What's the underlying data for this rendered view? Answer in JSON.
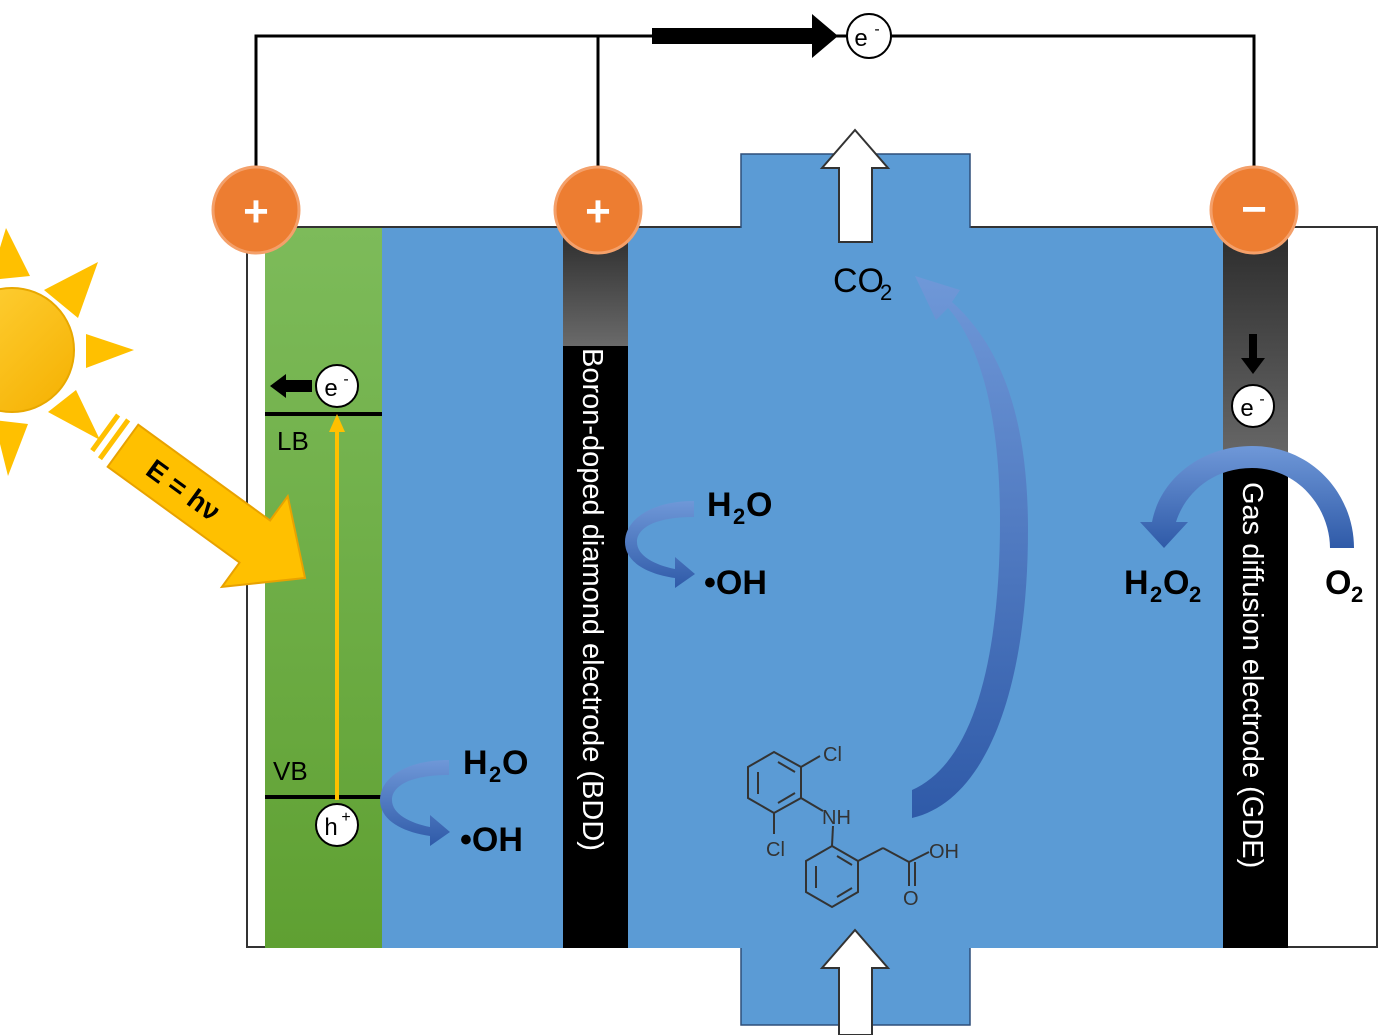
{
  "diagram": {
    "energy_label": "E = hν",
    "band_labels": {
      "lb": "LB",
      "vb": "VB"
    },
    "electrodes": {
      "bdd": "Boron-doped diamond electrode (BDD)",
      "gde": "Gas diffusion electrode (GDE)"
    },
    "terminals": {
      "plus": "+",
      "minus": "−"
    },
    "carriers": {
      "electron_base": "e",
      "electron_sup": "-",
      "hole_base": "h",
      "hole_sup": "+"
    },
    "species": {
      "h2o_base": "H",
      "h2o_sub": "2",
      "h2o_end": "O",
      "oh_radical": "•OH",
      "co2_base": "CO",
      "co2_sub": "2",
      "h2o2_a": "H",
      "h2o2_sub": "2",
      "h2o2_b": "O",
      "h2o2_sub2": "2",
      "o2_base": "O",
      "o2_sub": "2"
    },
    "molecule_atoms": {
      "cl": "Cl",
      "nh": "NH",
      "oh": "OH",
      "o": "O"
    }
  },
  "colors": {
    "cell_blue": "#5b9bd5",
    "semiconductor_green": "#6fad3e",
    "terminal_orange": "#ed7d31",
    "arrow_blue": "#3d6bbf",
    "sun_yellow": "#ffc000",
    "electrode_black": "#000000"
  }
}
